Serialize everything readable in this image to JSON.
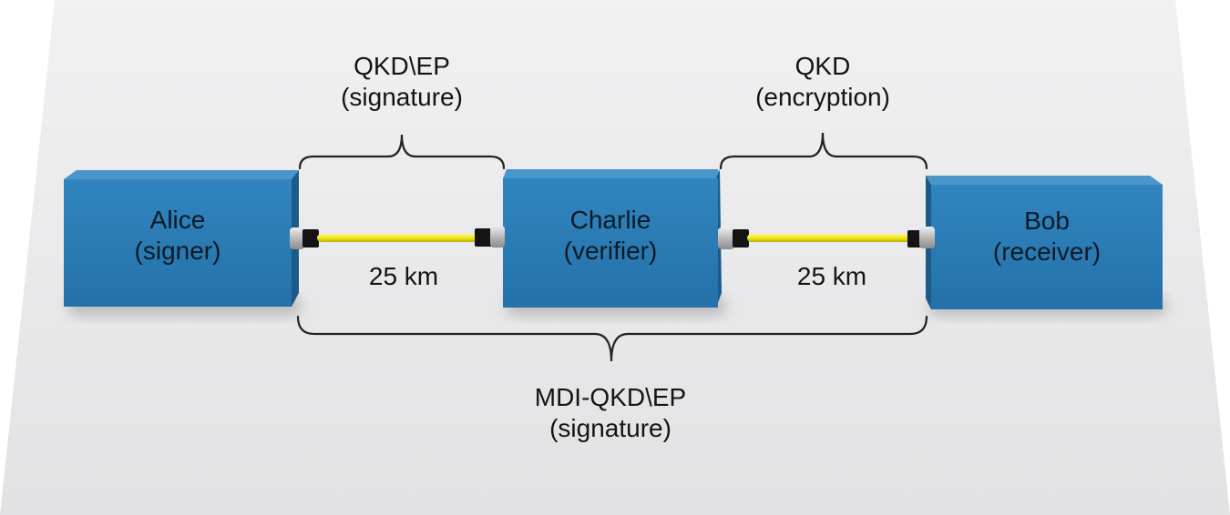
{
  "nodes": {
    "alice": {
      "name": "Alice",
      "role": "(signer)"
    },
    "charlie": {
      "name": "Charlie",
      "role": "(verifier)"
    },
    "bob": {
      "name": "Bob",
      "role": "(receiver)"
    }
  },
  "links": {
    "left_distance": "25 km",
    "right_distance": "25 km"
  },
  "brackets": {
    "left_top": {
      "line1": "QKD\\EP",
      "line2": "(signature)"
    },
    "right_top": {
      "line1": "QKD",
      "line2": "(encryption)"
    },
    "bottom": {
      "line1": "MDI-QKD\\EP",
      "line2": "(signature)"
    }
  },
  "colors": {
    "box_front": "#2a7bb5",
    "box_top": "#4592c8",
    "box_side": "#1c5d8c",
    "fiber": "#f2ec1c",
    "floor": "#e9e9ea"
  }
}
